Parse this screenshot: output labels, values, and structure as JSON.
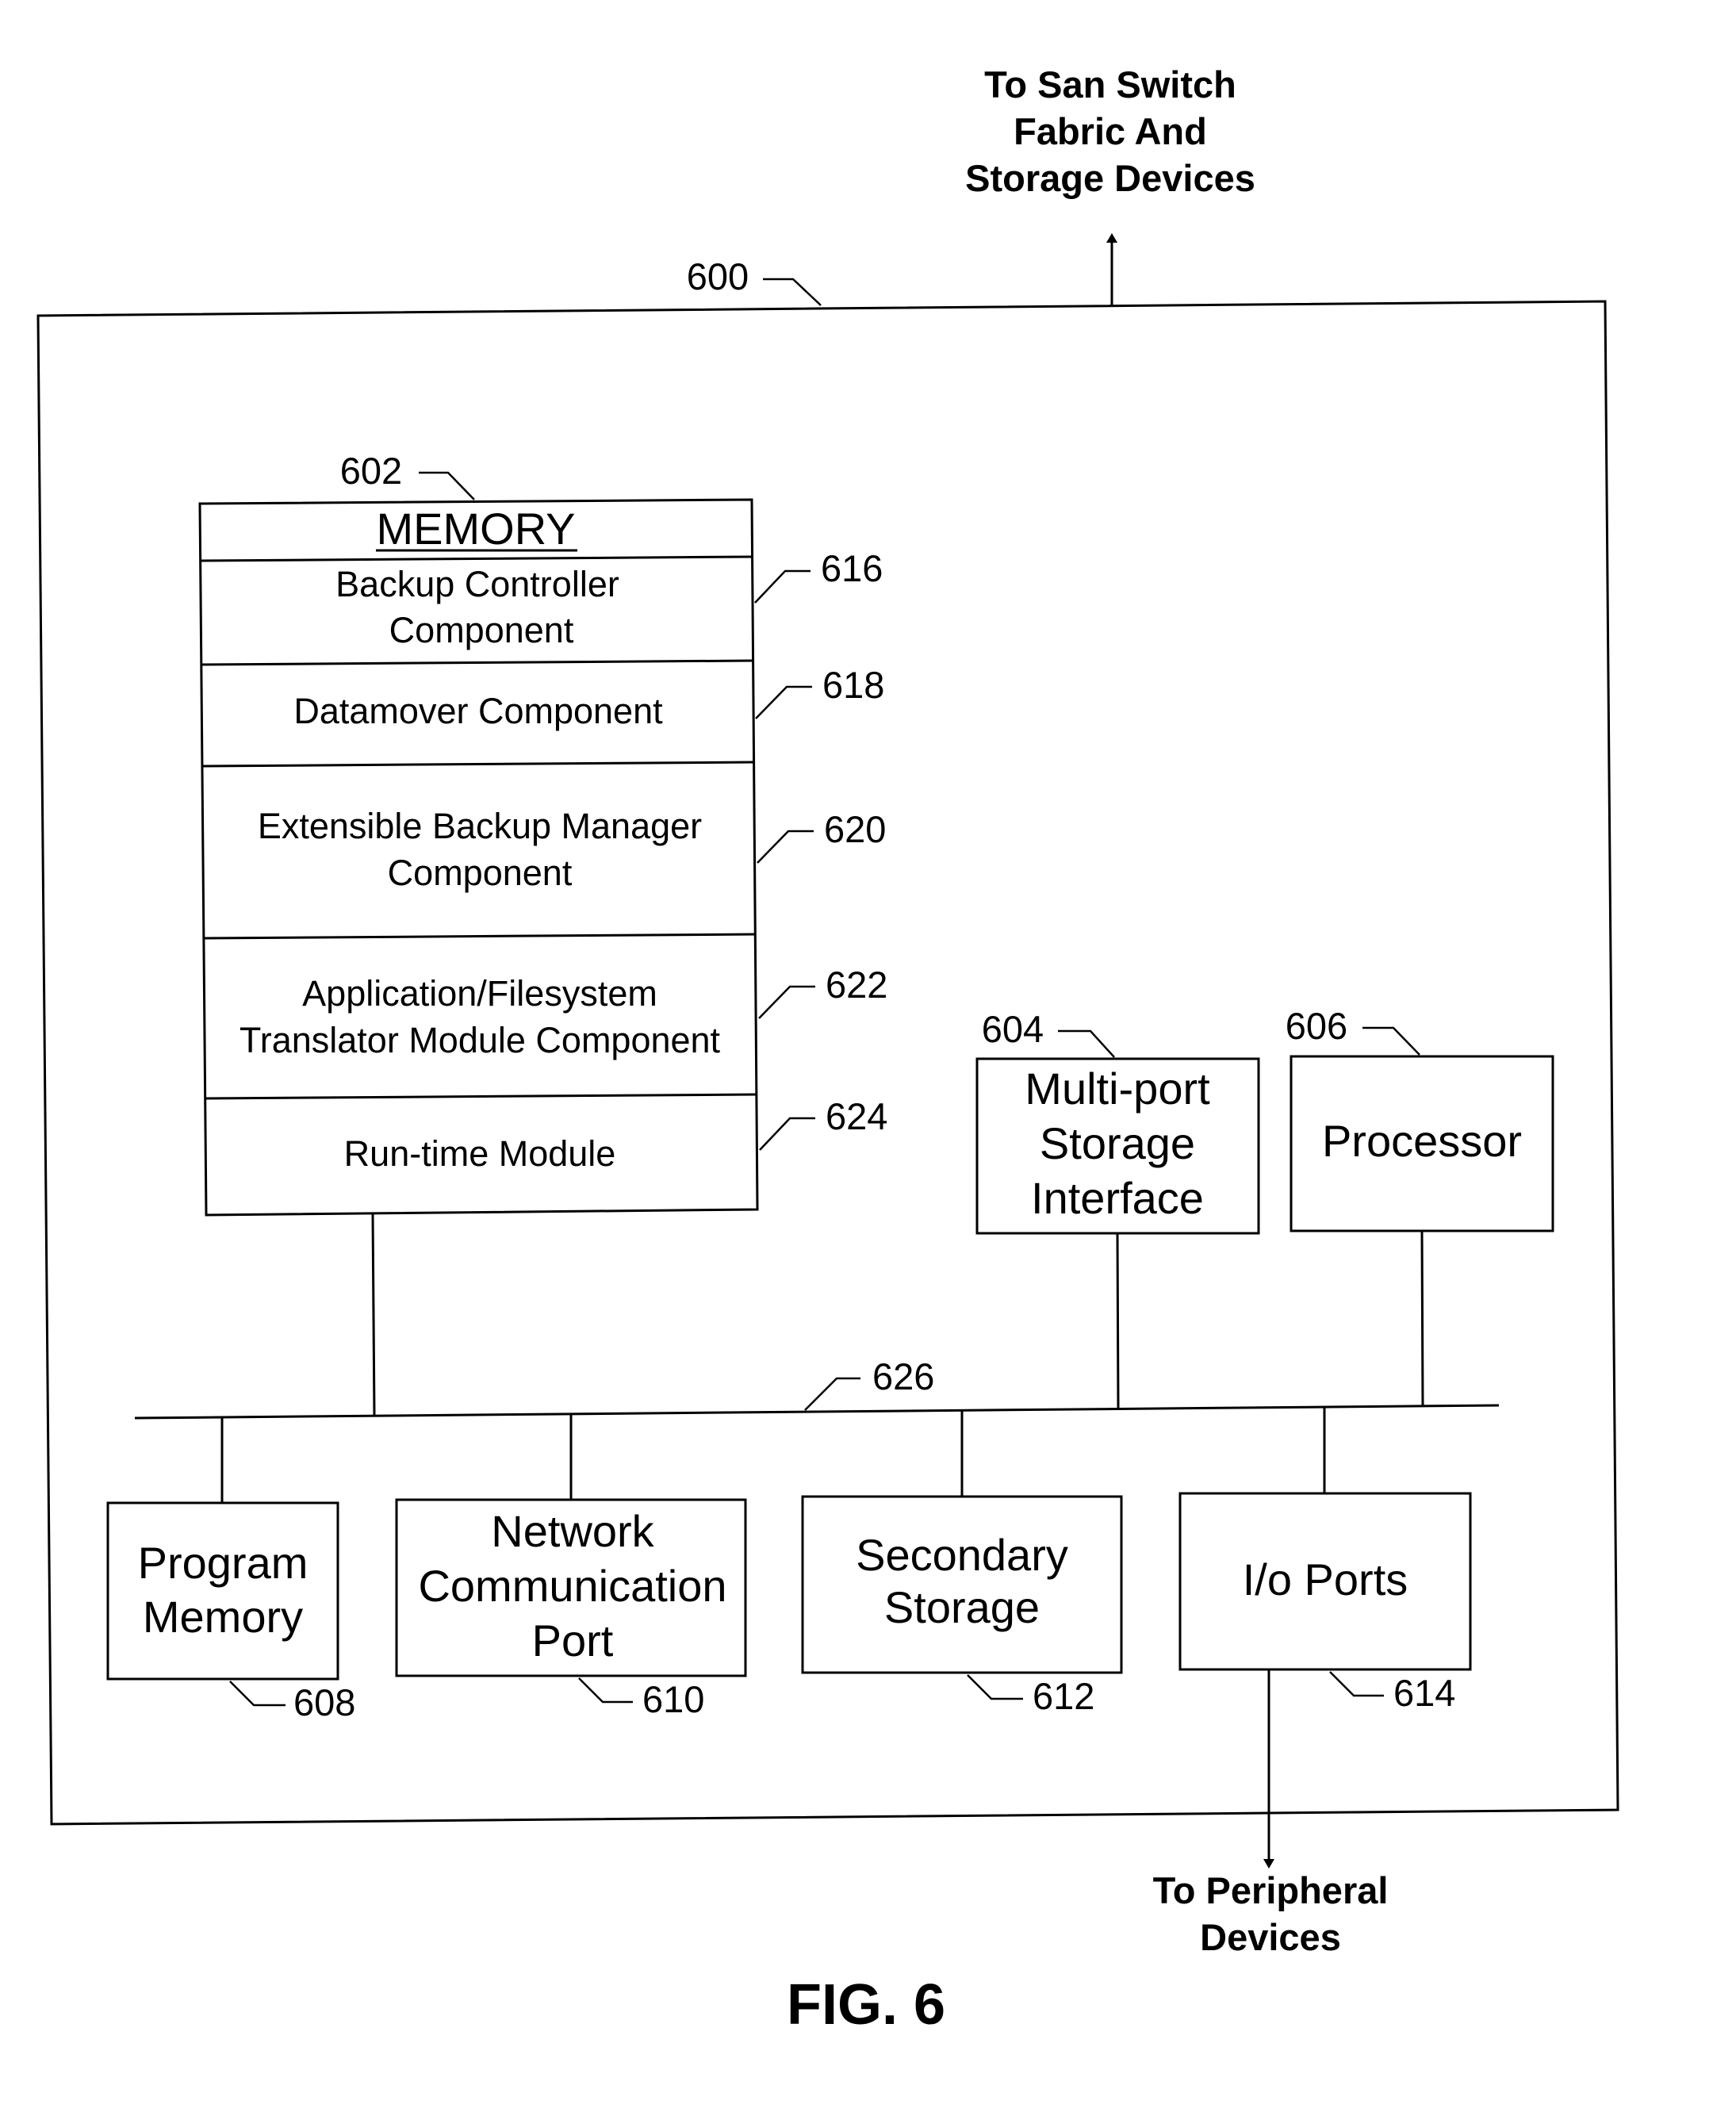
{
  "figure_label": "FIG. 6",
  "external": {
    "top": [
      "To San Switch",
      "Fabric And",
      "Storage Devices"
    ],
    "bottom": [
      "To Peripheral",
      "Devices"
    ]
  },
  "refs": {
    "system": "600",
    "memory": "602",
    "multiport": "604",
    "processor": "606",
    "program_memory": "608",
    "network_port": "610",
    "secondary_storage": "612",
    "io_ports": "614",
    "backup_controller": "616",
    "datamover": "618",
    "extensible_backup": "620",
    "translator": "622",
    "runtime": "624",
    "bus": "626"
  },
  "memory": {
    "title": "MEMORY",
    "components": [
      [
        "Backup Controller",
        "Component"
      ],
      [
        "Datamover Component"
      ],
      [
        "Extensible Backup Manager",
        "Component"
      ],
      [
        "Application/Filesystem",
        "Translator Module Component"
      ],
      [
        "Run-time Module"
      ]
    ]
  },
  "blocks": {
    "multiport": [
      "Multi-port",
      "Storage",
      "Interface"
    ],
    "processor": [
      "Processor"
    ],
    "program_memory": [
      "Program",
      "Memory"
    ],
    "network_port": [
      "Network",
      "Communication",
      "Port"
    ],
    "secondary_storage": [
      "Secondary",
      "Storage"
    ],
    "io_ports": [
      "I/o Ports"
    ]
  }
}
